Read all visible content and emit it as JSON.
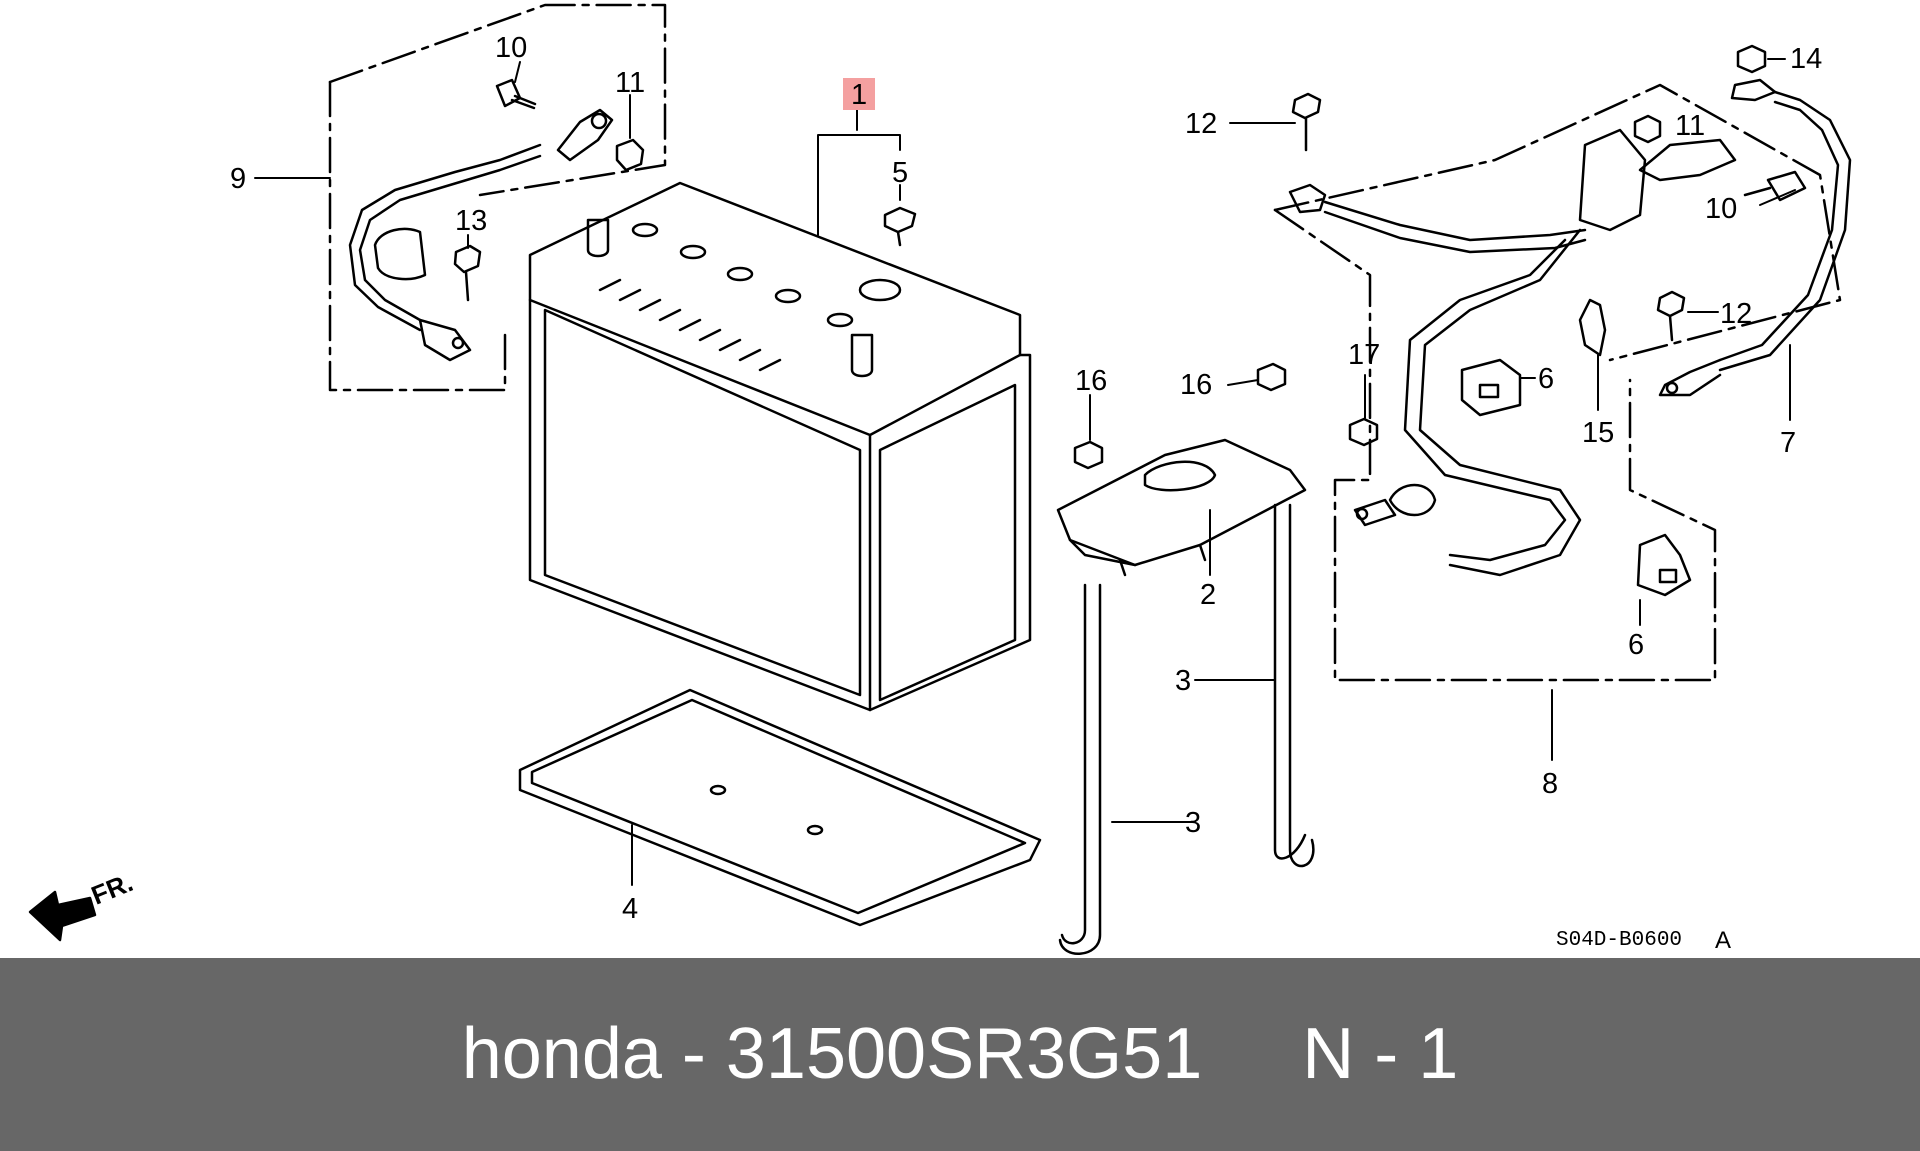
{
  "diagram": {
    "highlight_color": "#f4a0a0",
    "caption_bg": "#676767",
    "callouts": [
      {
        "id": "c1",
        "label": "1"
      },
      {
        "id": "c2",
        "label": "2"
      },
      {
        "id": "c3a",
        "label": "3"
      },
      {
        "id": "c3b",
        "label": "3"
      },
      {
        "id": "c4",
        "label": "4"
      },
      {
        "id": "c5",
        "label": "5"
      },
      {
        "id": "c6a",
        "label": "6"
      },
      {
        "id": "c6b",
        "label": "6"
      },
      {
        "id": "c7",
        "label": "7"
      },
      {
        "id": "c8",
        "label": "8"
      },
      {
        "id": "c9",
        "label": "9"
      },
      {
        "id": "c10a",
        "label": "10"
      },
      {
        "id": "c10b",
        "label": "10"
      },
      {
        "id": "c11a",
        "label": "11"
      },
      {
        "id": "c11b",
        "label": "11"
      },
      {
        "id": "c12a",
        "label": "12"
      },
      {
        "id": "c12b",
        "label": "12"
      },
      {
        "id": "c13",
        "label": "13"
      },
      {
        "id": "c14",
        "label": "14"
      },
      {
        "id": "c15",
        "label": "15"
      },
      {
        "id": "c16a",
        "label": "16"
      },
      {
        "id": "c16b",
        "label": "16"
      },
      {
        "id": "c17",
        "label": "17"
      }
    ],
    "front_label": "FR.",
    "diagram_code": "S04D-B0600",
    "diagram_code_suffix": "A"
  },
  "caption": {
    "text": "honda - 31500SR3G51     N - 1"
  }
}
